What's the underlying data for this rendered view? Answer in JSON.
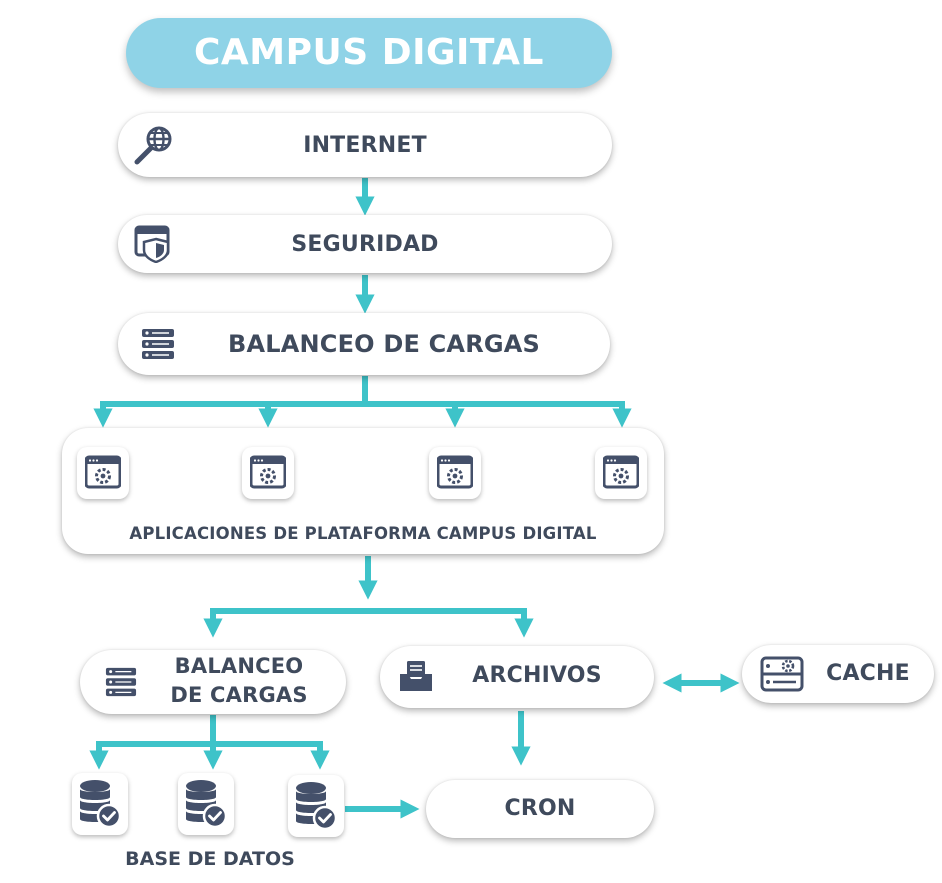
{
  "title": "CAMPUS DIGITAL",
  "nodes": {
    "internet": {
      "label": "INTERNET",
      "icon": "globe-search-icon"
    },
    "seguridad": {
      "label": "SEGURIDAD",
      "icon": "shield-window-icon"
    },
    "balanceo_top": {
      "label": "BALANCEO DE CARGAS",
      "icon": "server-stack-icon"
    },
    "aplicaciones": {
      "label": "APLICACIONES DE PLATAFORMA CAMPUS DIGITAL",
      "icon": "app-gear-icon",
      "app_count": 4
    },
    "balanceo_bottom": {
      "label_line1": "BALANCEO",
      "label_line2": "DE CARGAS",
      "icon": "server-stack-icon"
    },
    "archivos": {
      "label": "ARCHIVOS",
      "icon": "file-tray-icon"
    },
    "cache": {
      "label": "CACHE",
      "icon": "server-gear-icon"
    },
    "cron": {
      "label": "CRON"
    },
    "base_de_datos": {
      "label": "BASE DE DATOS",
      "icon": "database-check-icon",
      "db_count": 3
    }
  },
  "colors": {
    "title_bg": "#8fd3e7",
    "arrow": "#3ec3c9",
    "text": "#3f4a5c",
    "icon": "#44506a"
  }
}
